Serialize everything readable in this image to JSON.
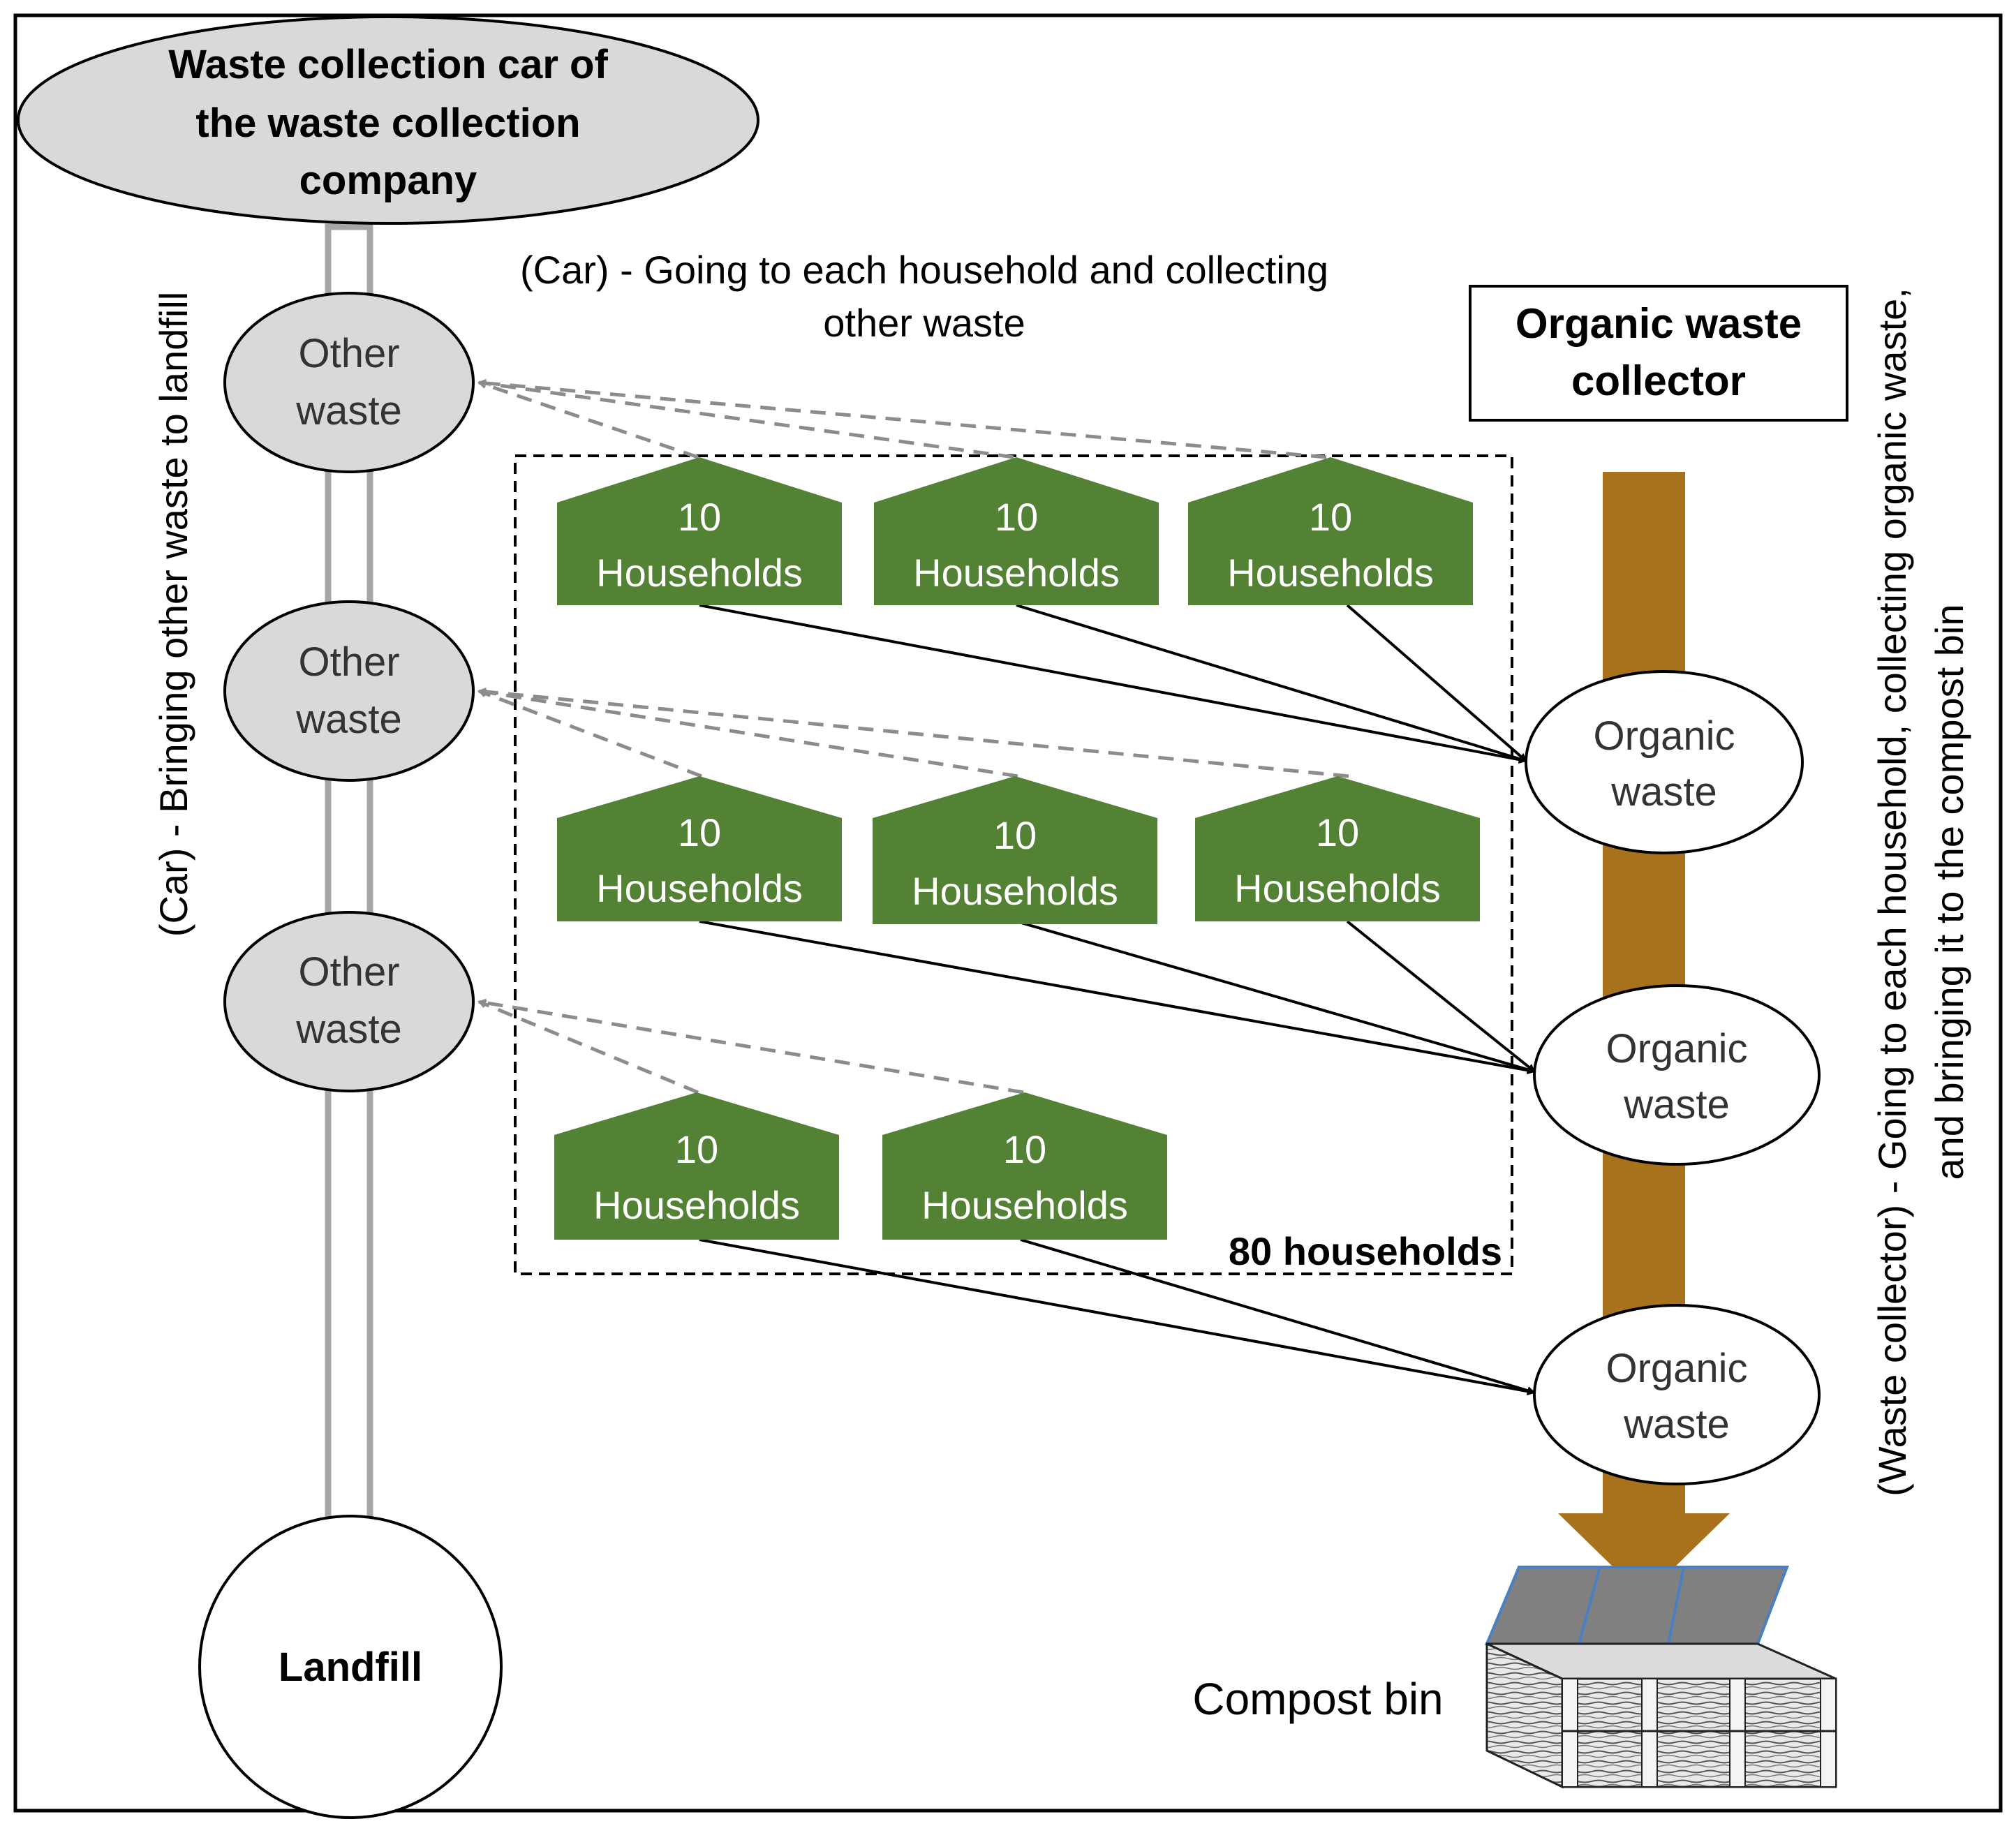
{
  "truck": {
    "lines": [
      "Waste collection car of",
      "the waste collection",
      "company"
    ]
  },
  "other_waste": {
    "lines": [
      "Other",
      "waste"
    ]
  },
  "landfill": {
    "label": "Landfill"
  },
  "car_collect_caption": {
    "lines": [
      "(Car) - Going to each household and collecting",
      "other waste"
    ]
  },
  "car_landfill_caption": "(Car) - Bringing other waste to landfill",
  "organic_collector": {
    "lines": [
      "Organic waste",
      "collector"
    ]
  },
  "organic_waste": {
    "lines": [
      "Organic",
      "waste"
    ]
  },
  "household": {
    "lines": [
      "10",
      "Households"
    ]
  },
  "households_total": "80 households",
  "collector_caption": {
    "lines": [
      "(Waste collector) - Going to each household, collecting organic waste,",
      "and bringing it to the compost bin"
    ]
  },
  "compost_bin": {
    "label": "Compost bin"
  },
  "colors": {
    "house_green": "#548235",
    "organic_brown": "#A8711C",
    "ellipse_gray": "#D9D9D9",
    "line_gray": "#A6A6A6",
    "dash_gray": "#8C8C8C",
    "lid_gray": "#808080",
    "lid_edge": "#4A7FC1"
  }
}
